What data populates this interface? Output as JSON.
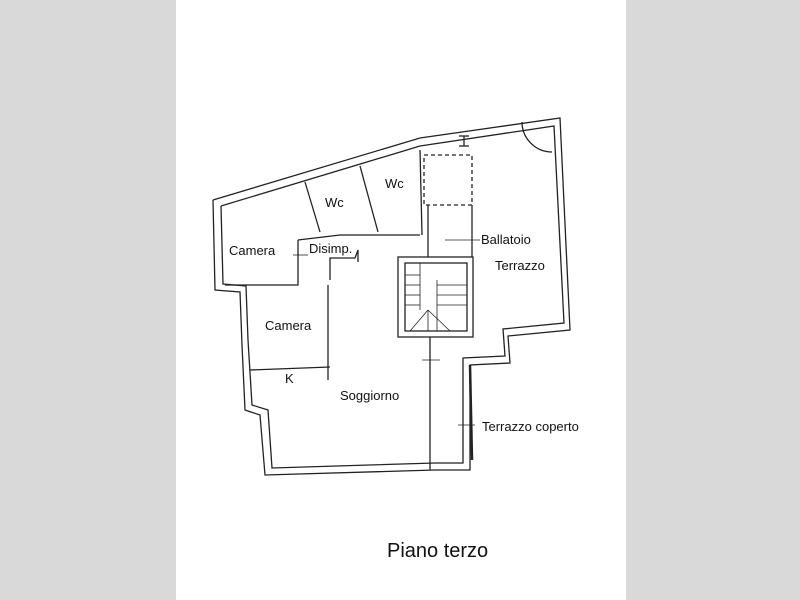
{
  "plan": {
    "rooms": {
      "camera1": "Camera",
      "wc1": "Wc",
      "wc2": "Wc",
      "disimp": "Disimp.",
      "ballatoio": "Ballatoio",
      "terrazzo": "Terrazzo",
      "camera2": "Camera",
      "k": "K",
      "soggiorno": "Soggiorno",
      "terrazzo_coperto": "Terrazzo coperto"
    },
    "title": "Piano terzo"
  }
}
